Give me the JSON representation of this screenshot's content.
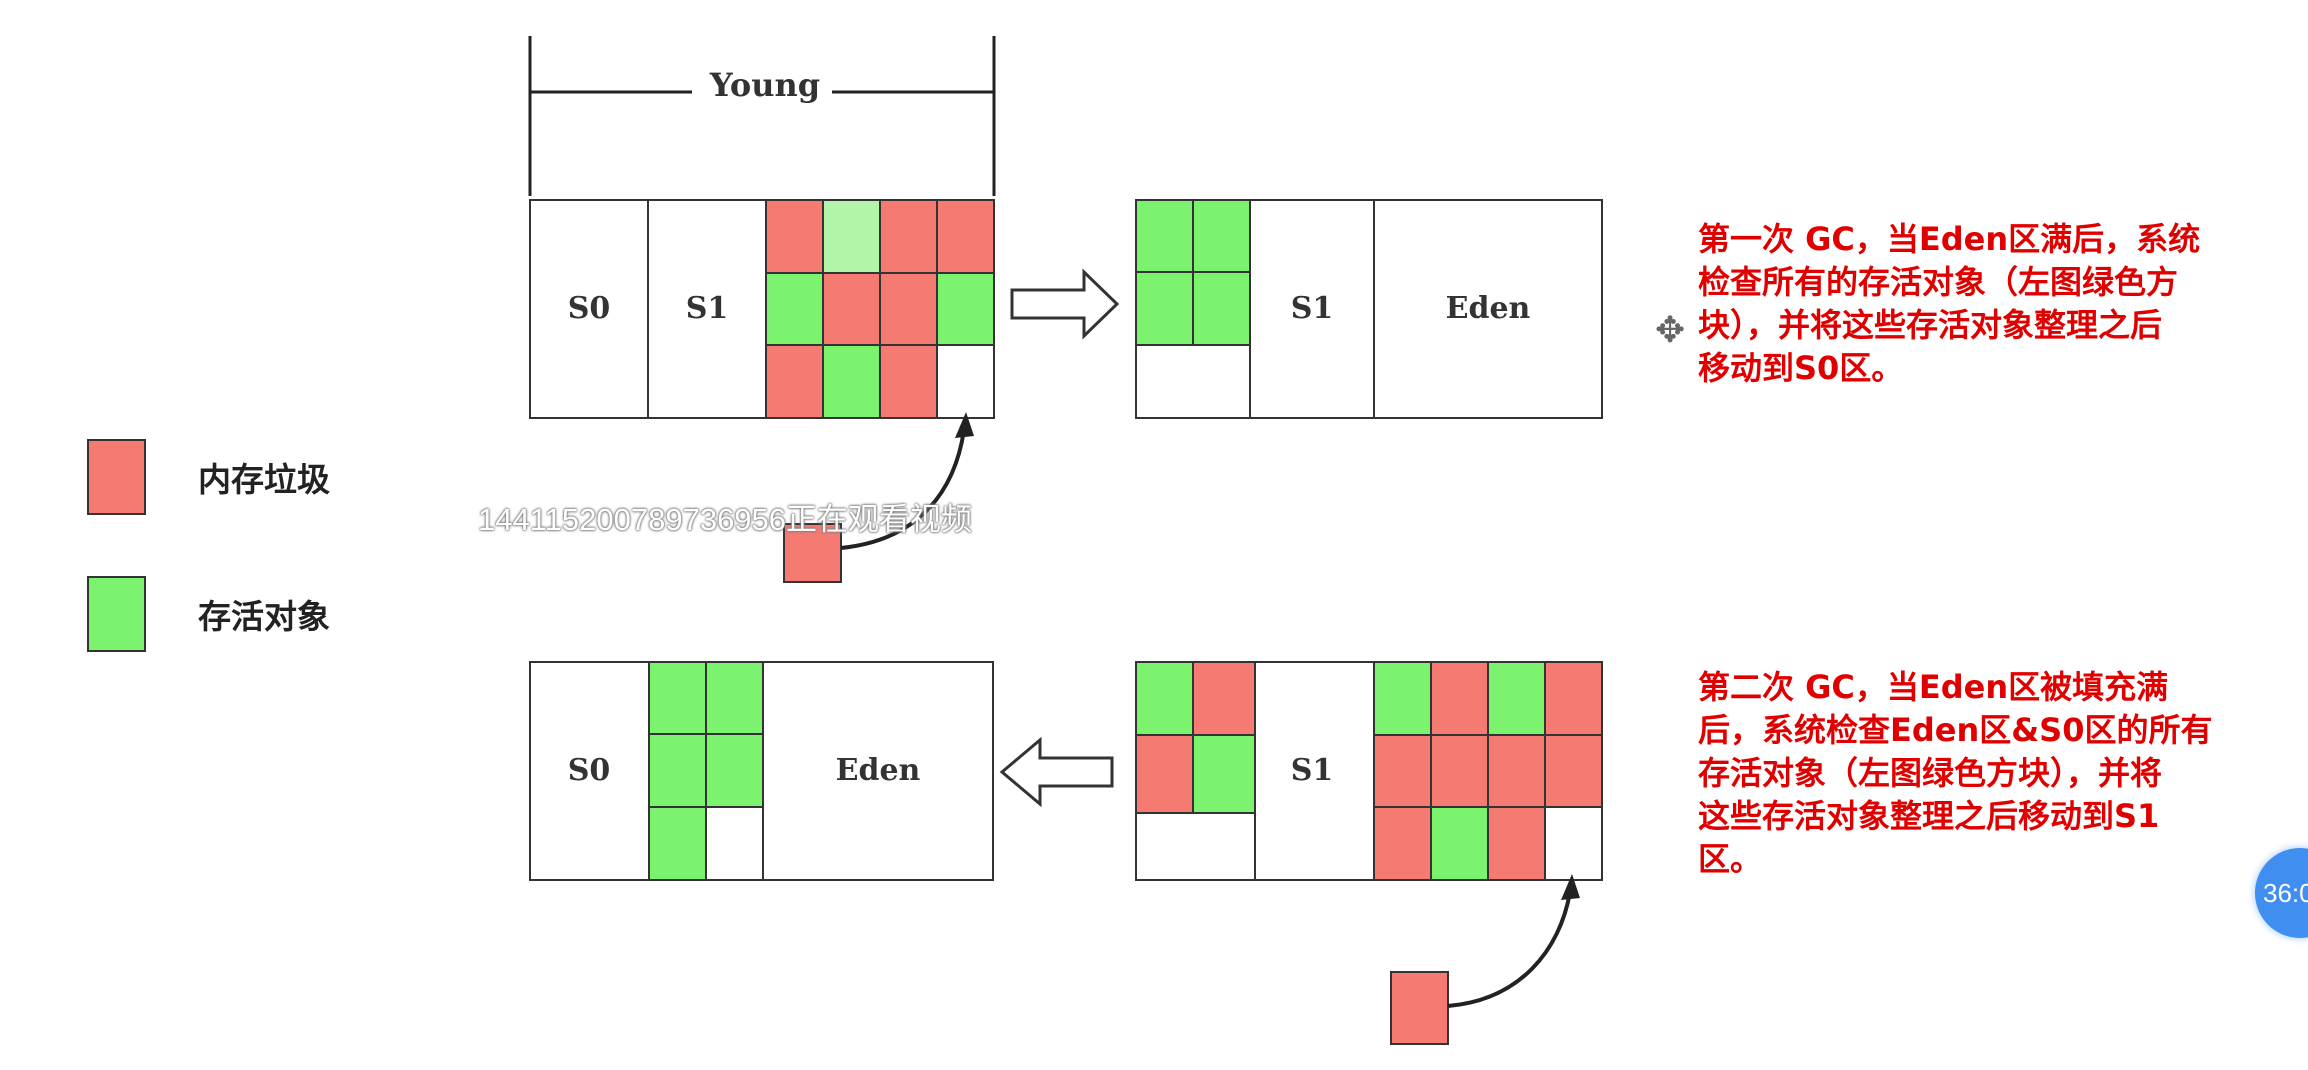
{
  "young_label": "Young",
  "row1_left": {
    "s0": "S0",
    "s1": "S1"
  },
  "row1_right": {
    "s1": "S1",
    "eden": "Eden"
  },
  "row2_left": {
    "s0": "S0",
    "eden": "Eden"
  },
  "row2_right": {
    "s1": "S1"
  },
  "legend": {
    "garbage_label": "内存垃圾",
    "alive_label": "存活对象",
    "garbage_color": "#f47a72",
    "alive_color": "#7cf36e"
  },
  "colors": {
    "garbage": "#f47a72",
    "alive": "#7cf36e",
    "alive_light": "#b3f5a8",
    "note_text": "#e00000"
  },
  "note1": [
    "第一次 GC，当Eden区满后，系统",
    "检查所有的存活对象（左图绿色方",
    "块），并将这些存活对象整理之后",
    "移动到S0区。"
  ],
  "note2": [
    "第二次 GC，当Eden区被填充满",
    "后，系统检查Eden区&S0区的所有",
    "存活对象（左图绿色方块），并将",
    "这些存活对象整理之后移动到S1",
    "区。"
  ],
  "watermark": "14411520078973695​6正在观看视频",
  "timer_badge": "36:0"
}
